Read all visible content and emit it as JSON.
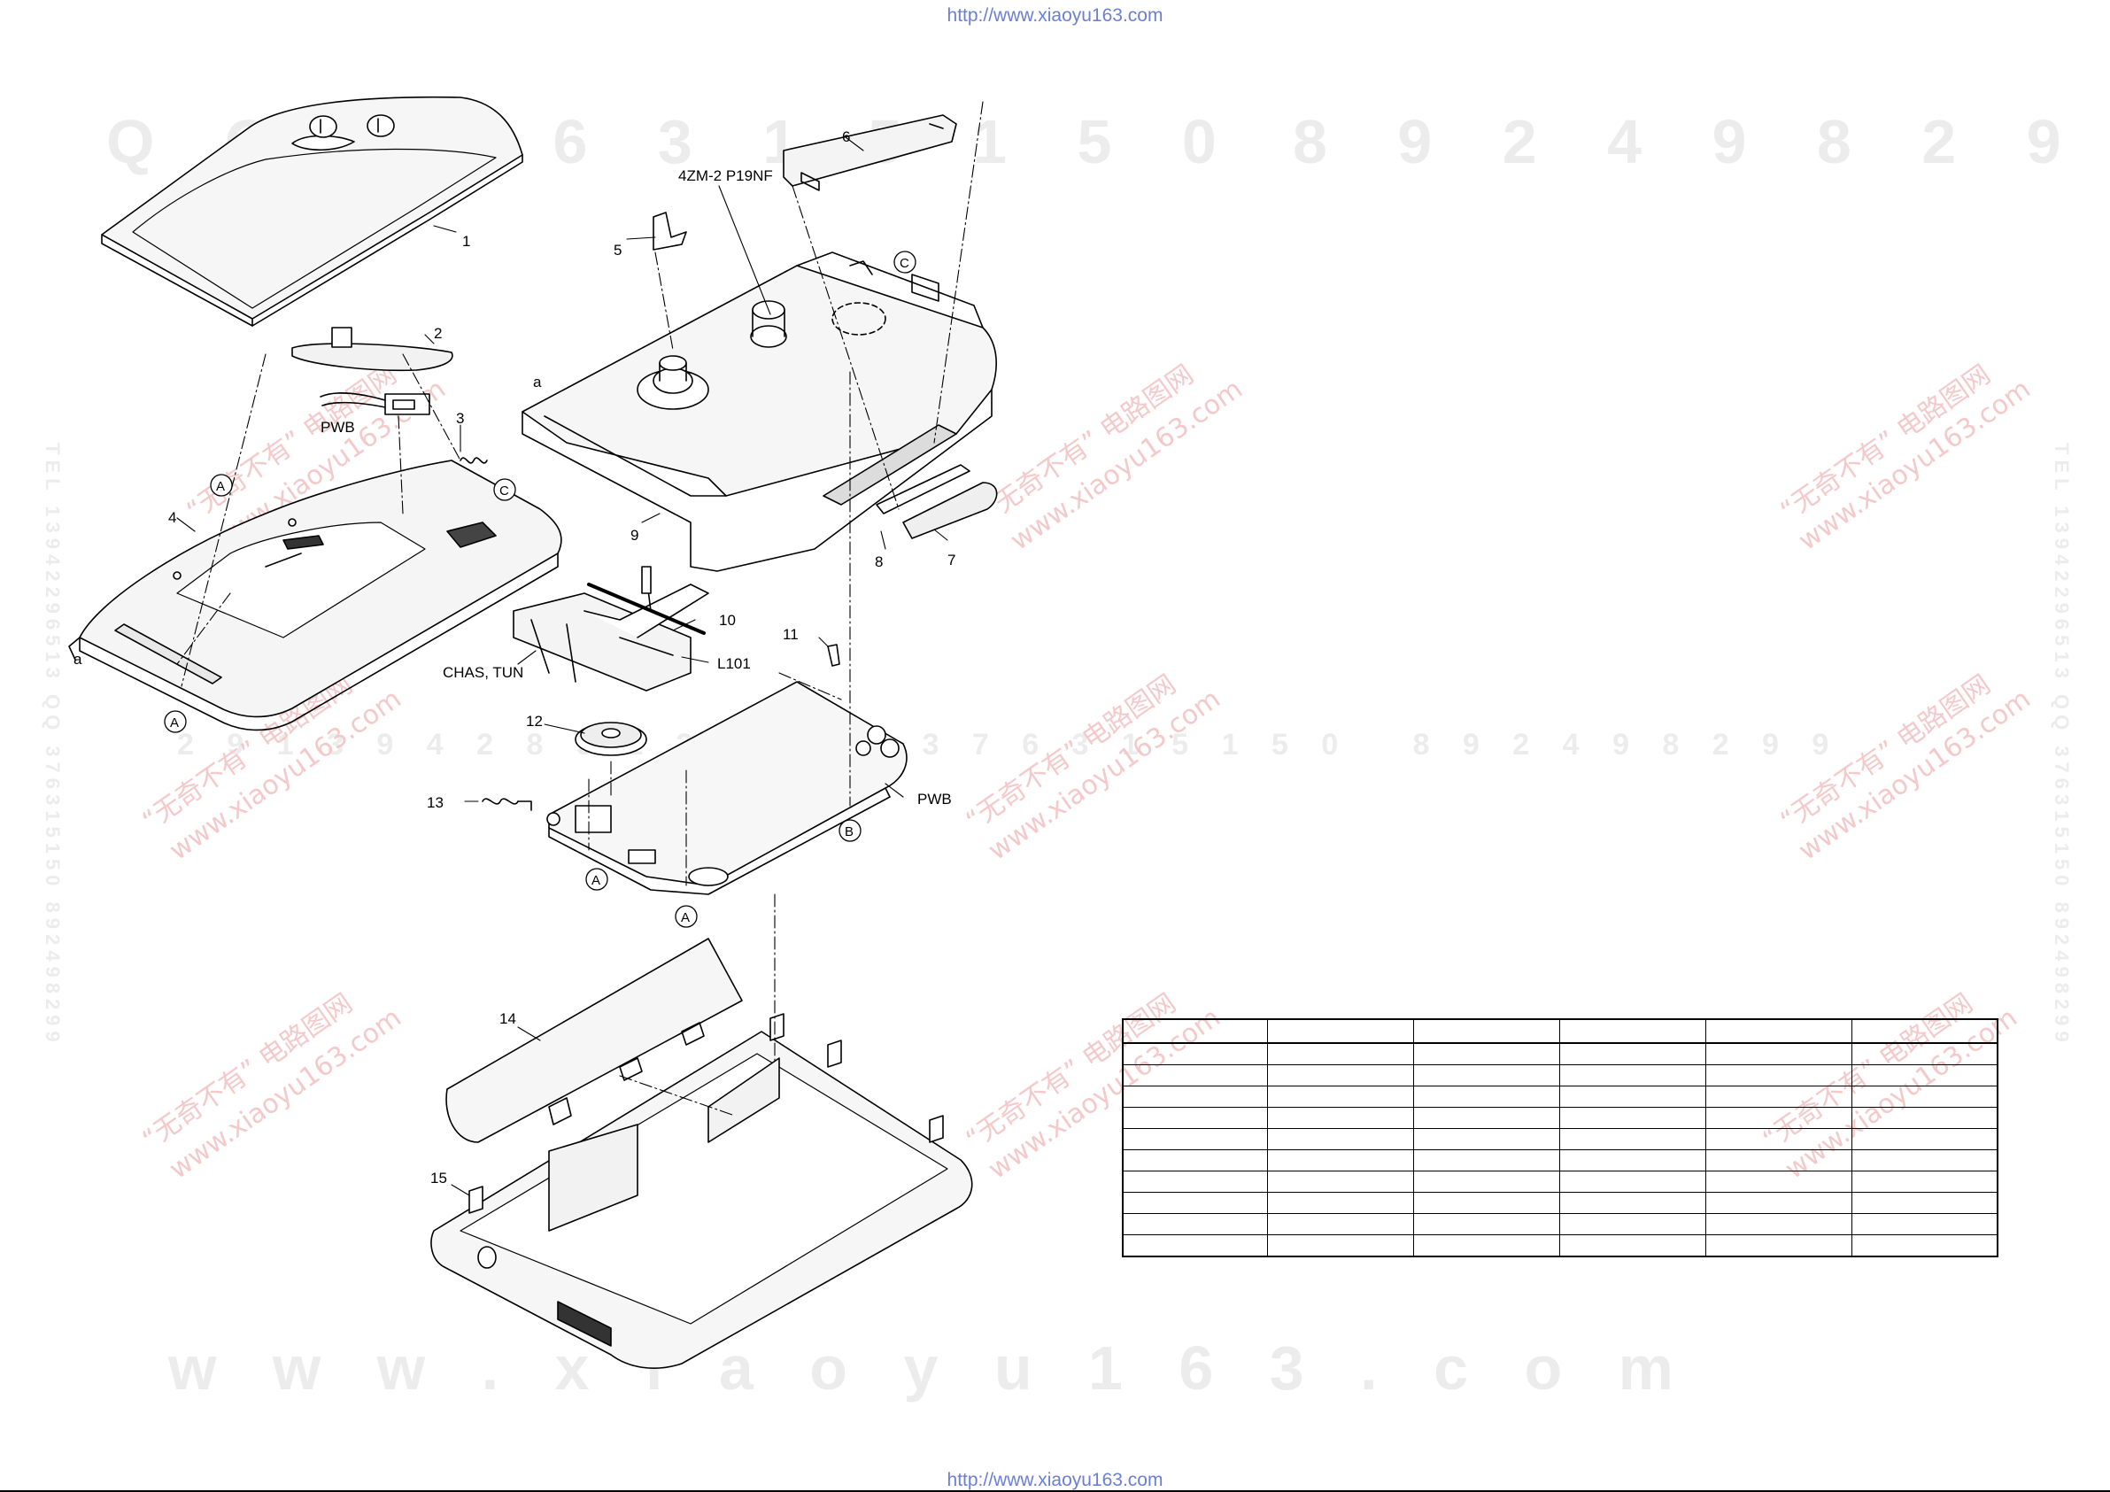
{
  "header": {
    "url_top": "http://www.xiaoyu163.com"
  },
  "footer": {
    "url_bottom": "http://www.xiaoyu163.com"
  },
  "watermarks": {
    "row_top_left": "Q O 3 7 6 3 1 5 1 5 0",
    "row_top_right": "8 9 2 4 9 8 2 9 9",
    "row_middle": "2 9 1 3 9 4 2 8 5 1 3   Q Q   3 7 6 3 1 5 1 5 0   8 9 2 4 9 8 2 9 9",
    "row_bottom": "w w w . x i a o y u 1 6 3 . c o m",
    "cn_label": "“无奇不有” 电路图网",
    "cn_site": "www.xiaoyu163.com",
    "vertical_left": "TEL 13942296513 QQ 376315150 892498299",
    "vertical_right": "TEL 13942296513 QQ 376315150 892498299"
  },
  "diagram": {
    "labels": {
      "part_1": "1",
      "part_2": "2",
      "part_3": "3",
      "part_4": "4",
      "part_5": "5",
      "part_6": "6",
      "part_7": "7",
      "part_8": "8",
      "part_9": "9",
      "part_10": "10",
      "part_11": "11",
      "part_12": "12",
      "part_13": "13",
      "part_14": "14",
      "part_15": "15",
      "pickup_model": "4ZM-2 P19NF",
      "pwb_upper": "PWB",
      "pwb_lower": "PWB",
      "chassis_tuner": "CHAS, TUN",
      "coil": "L101",
      "ref_a_1": "a",
      "ref_a_2": "a",
      "circle_a": "A",
      "circle_b": "B",
      "circle_c": "C"
    }
  },
  "table": {
    "columns": 6,
    "header": [
      "",
      "",
      "",
      "",
      "",
      ""
    ],
    "rows": [
      [
        "",
        "",
        "",
        "",
        "",
        ""
      ],
      [
        "",
        "",
        "",
        "",
        "",
        ""
      ],
      [
        "",
        "",
        "",
        "",
        "",
        ""
      ],
      [
        "",
        "",
        "",
        "",
        "",
        ""
      ],
      [
        "",
        "",
        "",
        "",
        "",
        ""
      ],
      [
        "",
        "",
        "",
        "",
        "",
        ""
      ],
      [
        "",
        "",
        "",
        "",
        "",
        ""
      ],
      [
        "",
        "",
        "",
        "",
        "",
        ""
      ],
      [
        "",
        "",
        "",
        "",
        "",
        ""
      ],
      [
        "",
        "",
        "",
        "",
        "",
        ""
      ]
    ]
  }
}
